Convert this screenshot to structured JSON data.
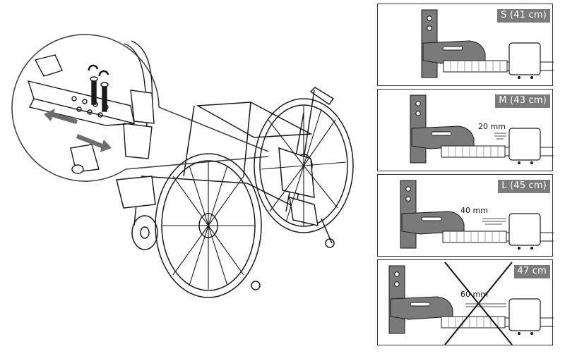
{
  "figure": {
    "panels": [
      {
        "size_label": "S (41 cm)",
        "offset_label": ""
      },
      {
        "size_label": "M (43 cm)",
        "offset_label": "20 mm"
      },
      {
        "size_label": "L (45 cm)",
        "offset_label": "40 mm"
      },
      {
        "size_label": "47 cm",
        "offset_label": "60 mm",
        "not_allowed": true
      }
    ],
    "colors": {
      "line": "#1a1a1a",
      "fill_gray": "#7a7a7a",
      "label_bg": "#7b7b7b",
      "callout_gray": "#6d6d6d"
    }
  }
}
